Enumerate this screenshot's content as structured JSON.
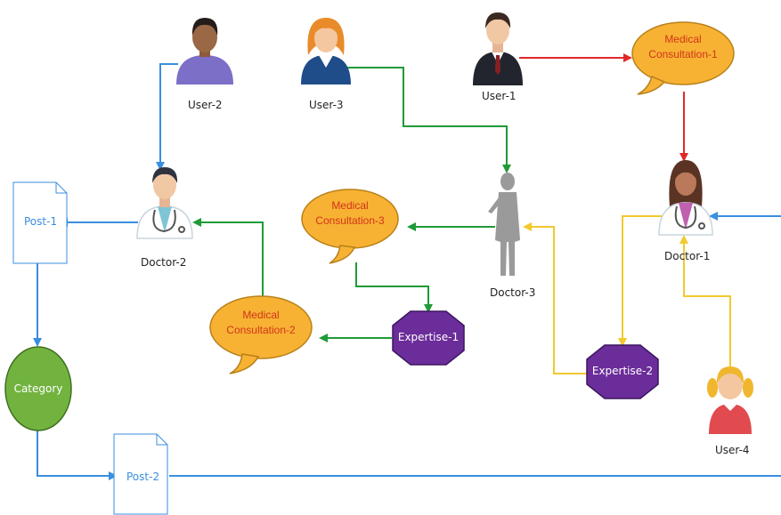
{
  "nodes": {
    "user1": {
      "label": "User-1"
    },
    "user2": {
      "label": "User-2"
    },
    "user3": {
      "label": "User-3"
    },
    "user4": {
      "label": "User-4"
    },
    "doctor1": {
      "label": "Doctor-1"
    },
    "doctor2": {
      "label": "Doctor-2"
    },
    "doctor3": {
      "label": "Doctor-3"
    },
    "mc1": {
      "line1": "Medical",
      "line2": "Consultation-1"
    },
    "mc2": {
      "line1": "Medical",
      "line2": "Consultation-2"
    },
    "mc3": {
      "line1": "Medical",
      "line2": "Consultation-3"
    },
    "expertise1": {
      "label": "Expertise-1"
    },
    "expertise2": {
      "label": "Expertise-2"
    },
    "post1": {
      "label": "Post-1"
    },
    "post2": {
      "label": "Post-2"
    },
    "category": {
      "label": "Category"
    }
  },
  "colors": {
    "red": "#e0282b",
    "blue": "#3a8ee0",
    "green": "#1f9a37",
    "yellow": "#f2c92e",
    "bubble_fill": "#f7b233",
    "bubble_text": "#d2341a",
    "octagon_fill": "#6b2d9a",
    "category_fill": "#72b33f",
    "doc_text": "#3a8ee0"
  }
}
